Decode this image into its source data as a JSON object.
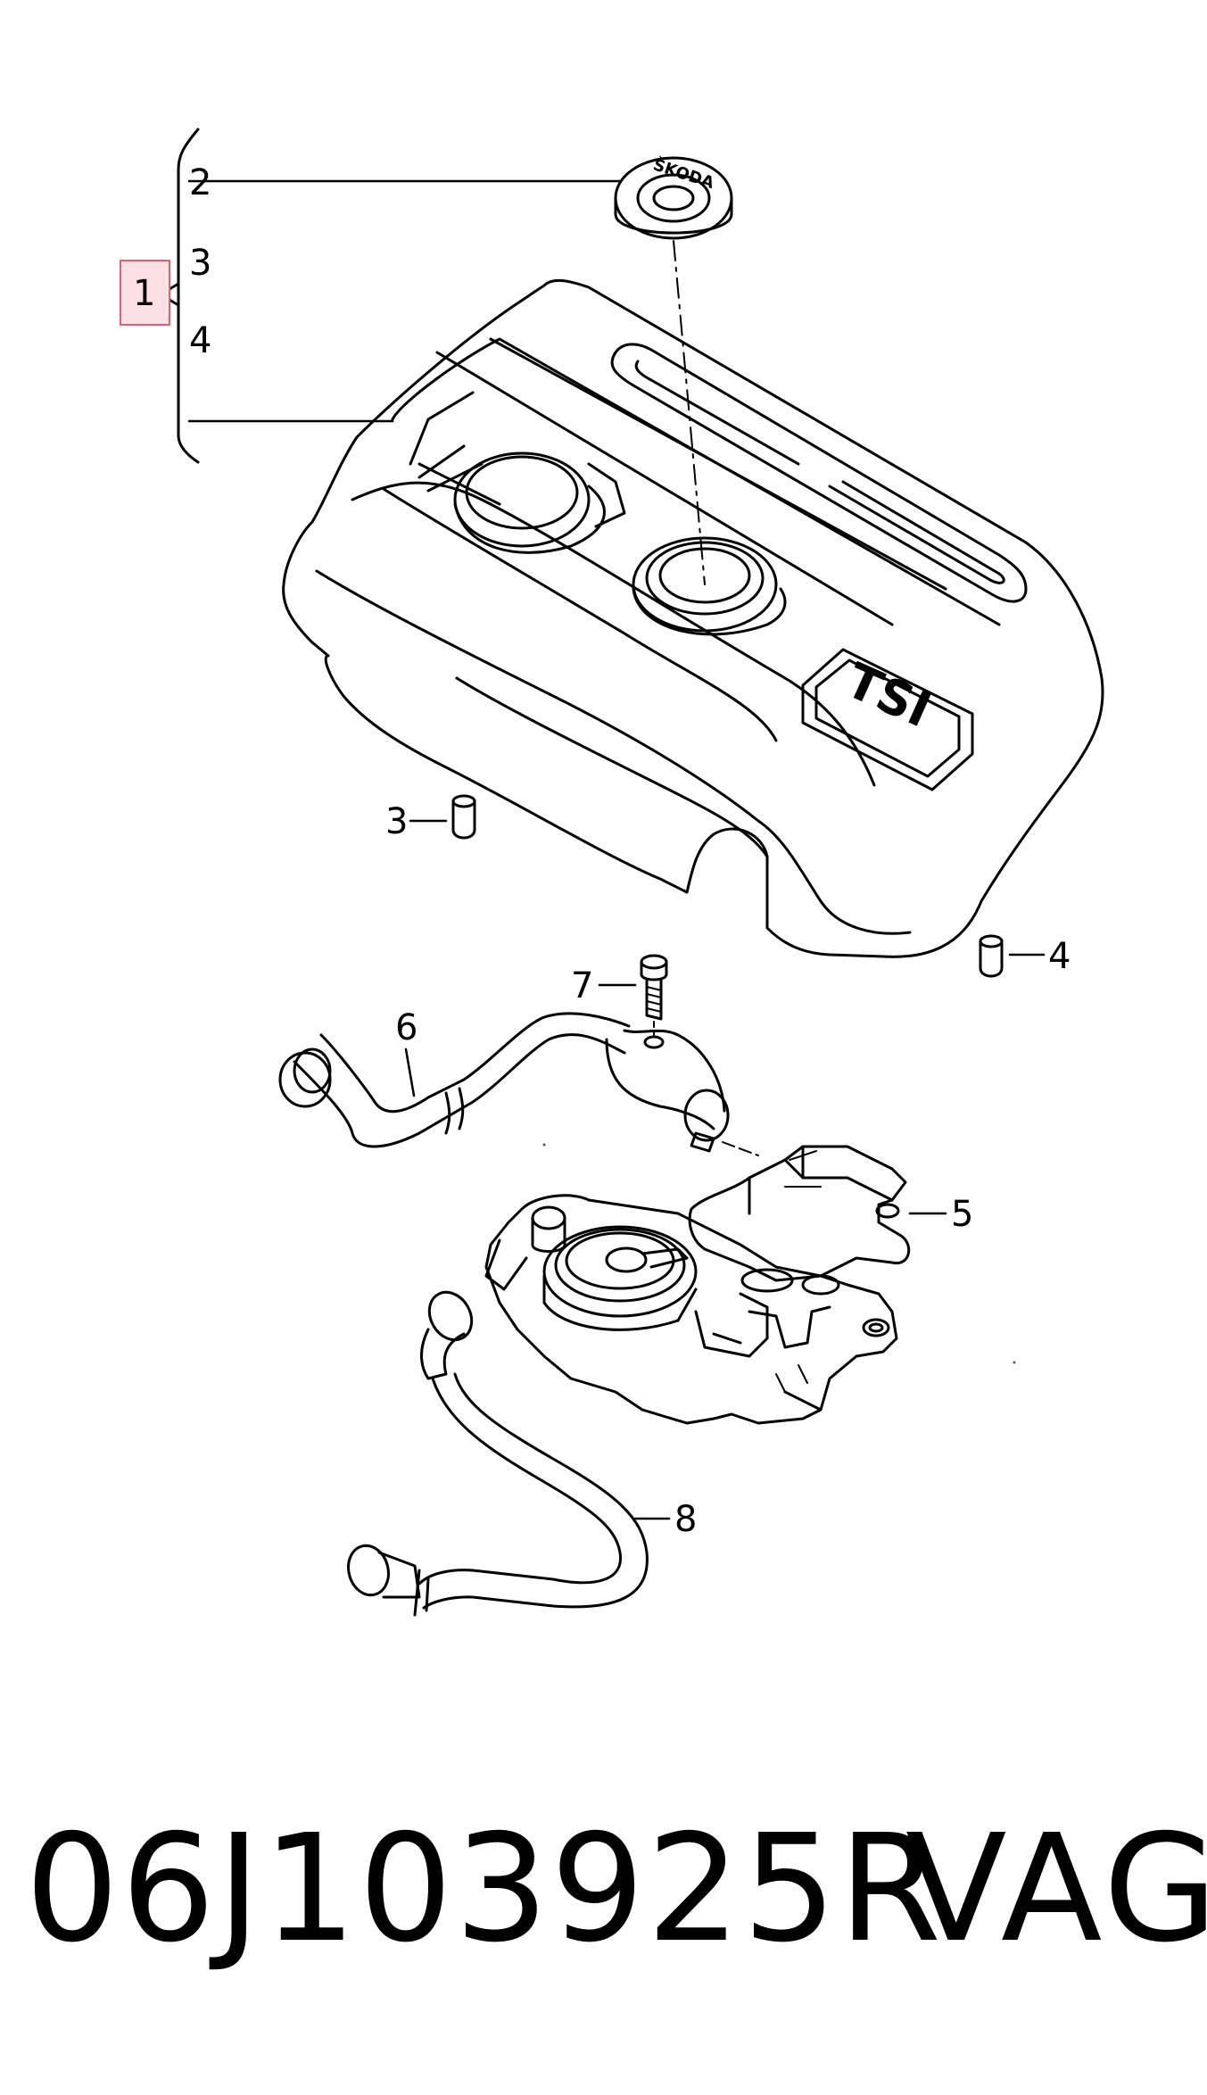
{
  "callouts": {
    "c1": "1",
    "c2": "2",
    "c3a": "3",
    "c4a": "4",
    "c3b": "3",
    "c4b": "4",
    "c5": "5",
    "c6": "6",
    "c7": "7",
    "c8": "8"
  },
  "cover_badge_text": "TSI",
  "emblem_text": "ŠKODA",
  "part_number": "06J103925R",
  "brand": "VAG",
  "colors": {
    "highlight_fill": "#fde0e4",
    "highlight_stroke": "#e06070",
    "ink": "#000000"
  }
}
